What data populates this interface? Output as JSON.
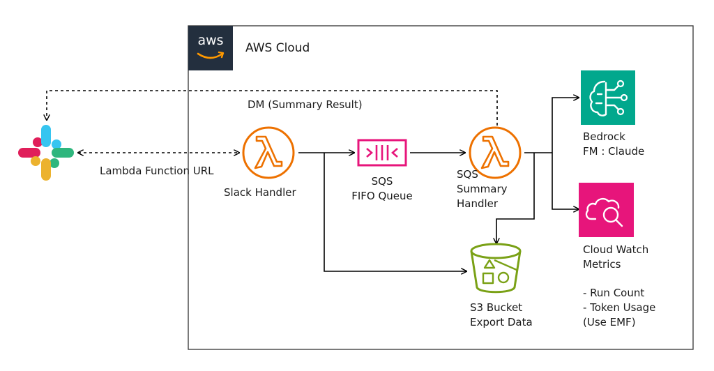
{
  "cloud": {
    "title": "AWS Cloud",
    "logo_text": "aws"
  },
  "edges": {
    "dm_label": "DM (Summary Result)",
    "lambda_url_label": "Lambda Function URL"
  },
  "nodes": {
    "slack_handler": {
      "label": "Slack Handler",
      "icon": "lambda-icon",
      "color": "#ED7100"
    },
    "sqs_queue": {
      "line1": "SQS",
      "line2": "FIFO Queue",
      "icon": "sqs-queue-icon",
      "color": "#E7157B"
    },
    "summary_handler": {
      "line1": "SQS",
      "line2": "Summary",
      "line3": "Handler",
      "icon": "lambda-icon",
      "color": "#ED7100"
    },
    "bedrock": {
      "line1": "Bedrock",
      "line2": "FM : Claude",
      "icon": "bedrock-icon",
      "color": "#01A88D"
    },
    "cloudwatch": {
      "line1": "Cloud Watch",
      "line2": "Metrics",
      "metrics": [
        "- Run Count",
        "- Token Usage",
        "(Use EMF)"
      ],
      "icon": "cloudwatch-icon",
      "color": "#E7157B"
    },
    "s3": {
      "line1": "S3 Bucket",
      "line2": "Export Data",
      "icon": "s3-bucket-icon",
      "color": "#7AA116"
    },
    "slack": {
      "icon": "slack-logo-icon"
    }
  }
}
